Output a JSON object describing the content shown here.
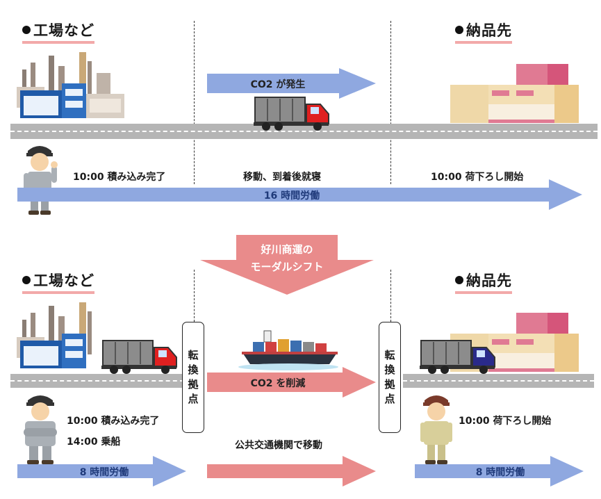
{
  "top": {
    "left_heading": "工場など",
    "right_heading": "納品先",
    "co2_arrow": "CO2 が発生",
    "load_label": "10:00 積み込み完了",
    "move_label": "移動、到着後就寝",
    "unload_label": "10:00 荷下ろし開始",
    "labor_arrow": "16 時間労働"
  },
  "shift_arrow": {
    "line1": "好川商運の",
    "line2": "モーダルシフト"
  },
  "bottom": {
    "left_heading": "工場など",
    "right_heading": "納品先",
    "hub_label": [
      "転",
      "換",
      "拠",
      "点"
    ],
    "co2_arrow": "CO2 を削減",
    "load_label": "10:00 積み込み完了",
    "ship_label": "14:00 乗船",
    "transit_label": "公共交通機関で移動",
    "unload_label": "10:00 荷下ろし開始",
    "left_labor_arrow": "8 時間労働",
    "right_labor_arrow": "8 時間労働"
  },
  "colors": {
    "blue_arrow": "#8fa8e0",
    "pink_arrow": "#e98b8b",
    "road": "#b5b5b5",
    "heading_underline": "#f2a9a9"
  },
  "icons": [
    "factory-icon",
    "store-icon",
    "truck-red-icon",
    "truck-blue-icon",
    "ship-icon",
    "worker-icon"
  ]
}
